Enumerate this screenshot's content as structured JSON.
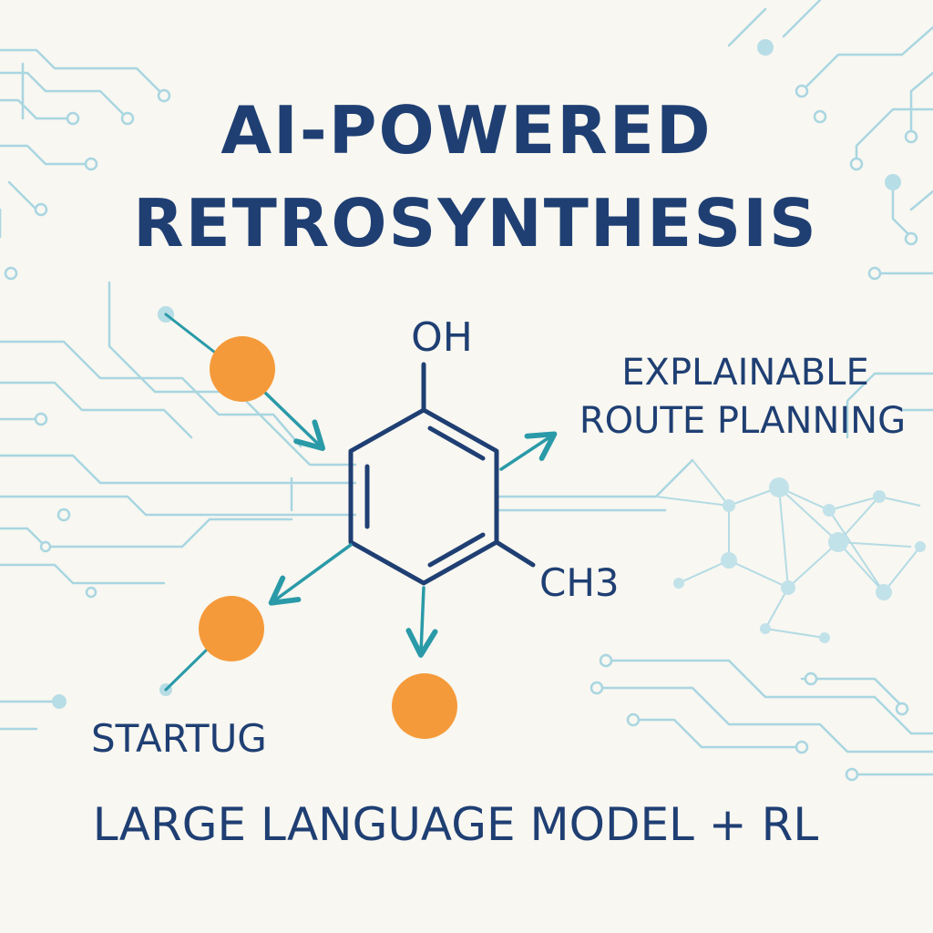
{
  "title": {
    "line1": "AI-POWERED",
    "line2": "RETROSYNTHESIS"
  },
  "molecule": {
    "hydroxyl": "OH",
    "methyl_base": "CH",
    "methyl_sub": "3"
  },
  "labels": {
    "route_line1": "EXPLAINABLE",
    "route_line2": "ROUTE PLANNING",
    "start": "STARTUG",
    "method": "LARGE LANGUAGE MODEL + RL"
  },
  "colors": {
    "text": "#1f3f73",
    "circuit": "#9fd2de",
    "arrow": "#2a9aa8",
    "node": "#f59a3a",
    "background": "#f8f7f1"
  }
}
